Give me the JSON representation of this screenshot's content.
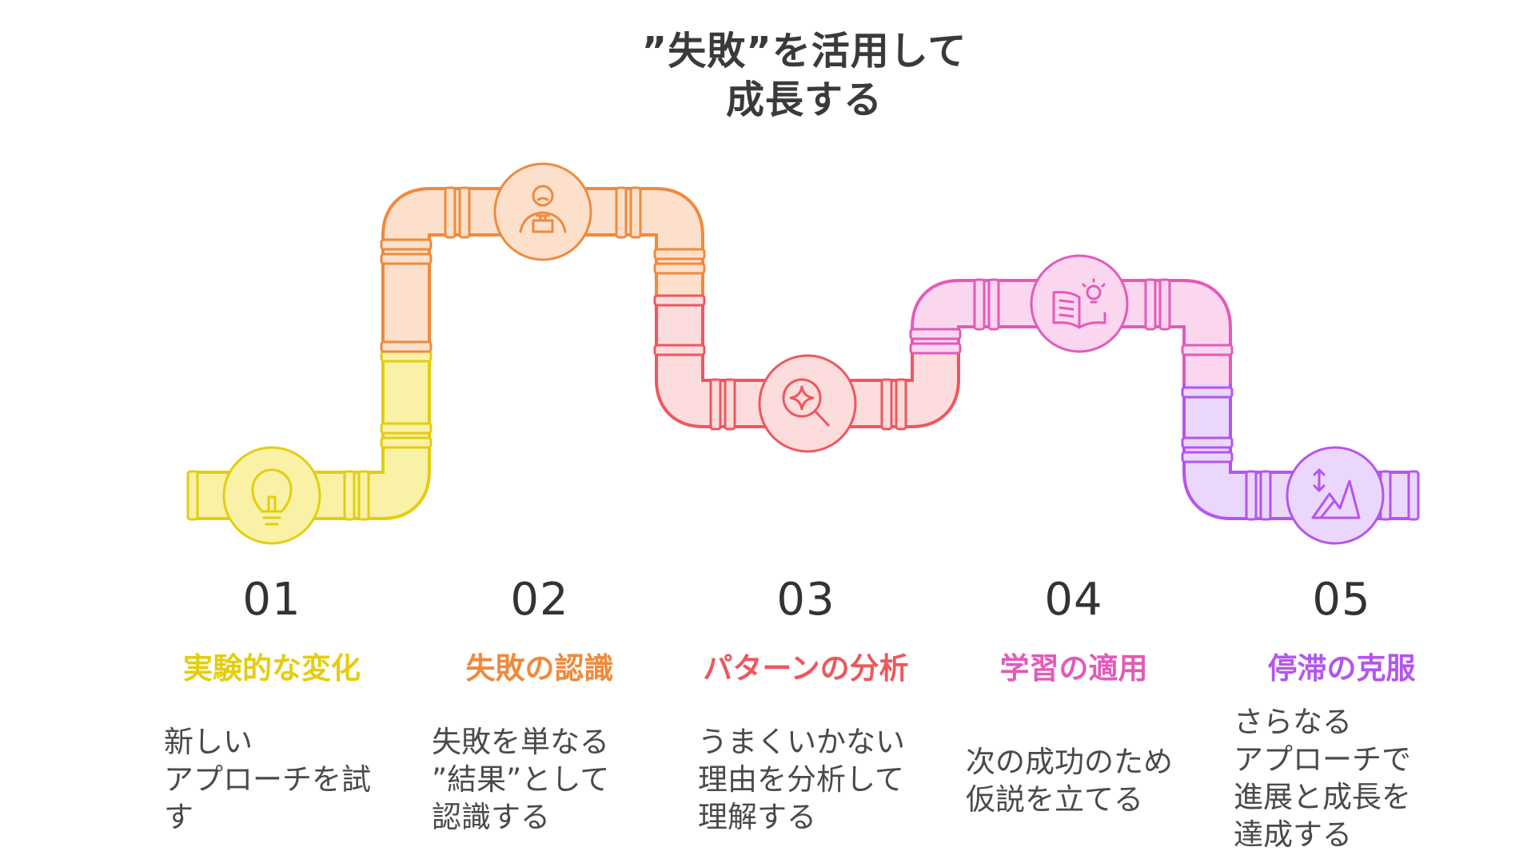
{
  "title": {
    "line1": "”失敗”を活用して",
    "line2": "成長する"
  },
  "colors": {
    "step1": "#e4cd10",
    "step2": "#ef8a3c",
    "step3": "#ed585e",
    "step4": "#e25bb9",
    "step5": "#b455ee"
  },
  "steps": [
    {
      "number": "01",
      "title": "実験的な変化",
      "description": "新しい\nアプローチを試\nす",
      "icon": "lightbulb-icon"
    },
    {
      "number": "02",
      "title": "失敗の認識",
      "description": "失敗を単なる\n”結果”として\n認識する",
      "icon": "person-with-box-icon"
    },
    {
      "number": "03",
      "title": "パターンの分析",
      "description": "うまくいかない\n理由を分析して\n理解する",
      "icon": "magnifier-sparkle-icon"
    },
    {
      "number": "04",
      "title": "学習の適用",
      "description": "次の成功のため\n仮説を立てる",
      "icon": "book-lightbulb-icon"
    },
    {
      "number": "05",
      "title": "停滞の克服",
      "description": "さらなる\nアプローチで\n進展と成長を\n達成する",
      "icon": "mountain-arrows-icon"
    }
  ]
}
